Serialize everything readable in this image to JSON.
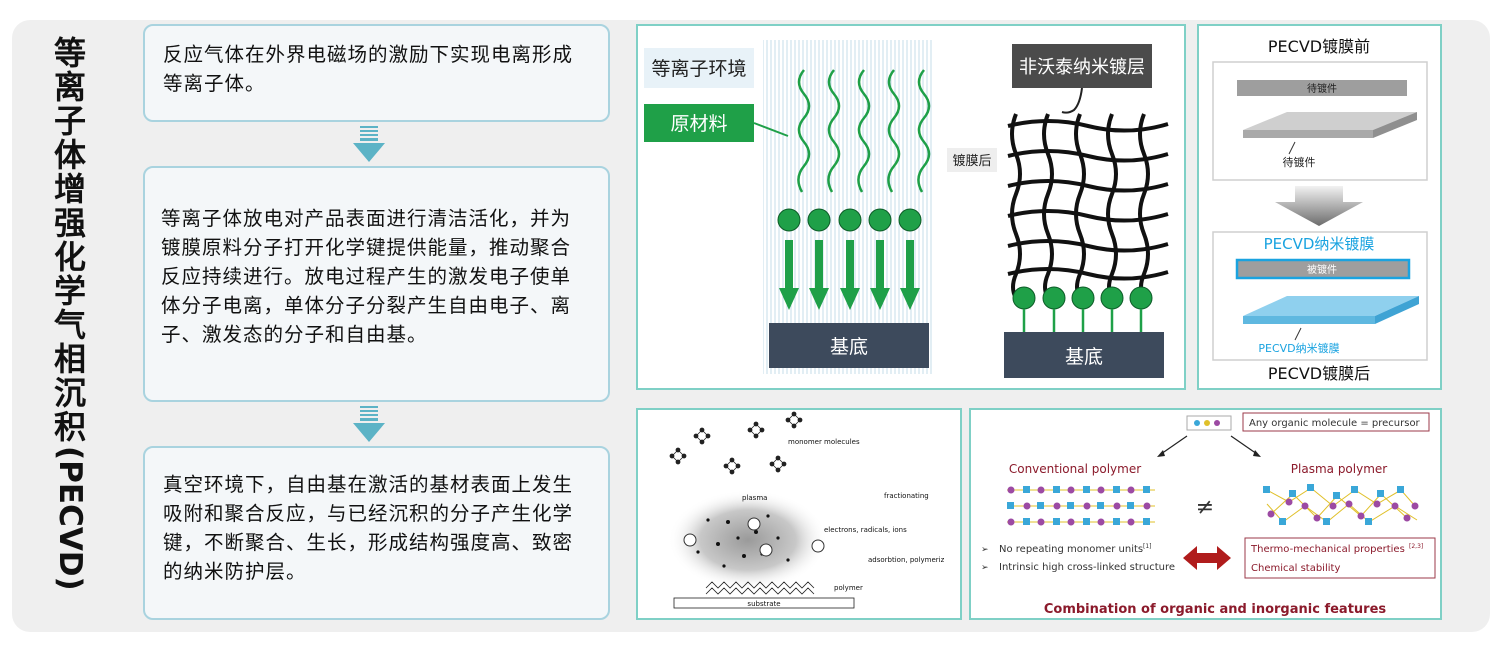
{
  "title": {
    "chars": [
      "等",
      "离",
      "子",
      "体",
      "增",
      "强",
      "化",
      "学",
      "气",
      "相",
      "沉",
      "积"
    ],
    "latin": "(PECVD)"
  },
  "steps": [
    {
      "text": "反应气体在外界电磁场的激励下实现电离形成等离子体。"
    },
    {
      "text": "等离子体放电对产品表面进行清洁活化，并为镀膜原料分子打开化学键提供能量，推动聚合反应持续进行。放电过程产生的激发电子使单体分子电离，单体分子分裂产生自由电子、离子、激发态的分子和自由基。"
    },
    {
      "text": "真空环境下，自由基在激活的基材表面上发生吸附和聚合反应，与已经沉积的分子产生化学键，不断聚合、生长，形成结构强度高、致密的纳米防护层。"
    }
  ],
  "colors": {
    "accent_teal": "#5cb3c6",
    "green": "#1fa048",
    "substrate": "#3d4a5c",
    "pecvd_blue": "#1aa3e0",
    "dark_red": "#8b1a2b"
  },
  "panel_plasma": {
    "env_label": "等离子环境",
    "raw_label": "原材料",
    "substrate_label_left": "基底",
    "after_label": "镀膜后",
    "coating_label": "非沃泰纳米镀层",
    "substrate_label_right": "基底"
  },
  "panel_before_after": {
    "before_title": "PECVD镀膜前",
    "part_label_top": "待镀件",
    "part_label_bottom": "待镀件",
    "coating_title": "PECVD纳米镀膜",
    "coated_label": "被镀件",
    "coating_label_bottom": "PECVD纳米镀膜",
    "after_title": "PECVD镀膜后"
  },
  "panel_process": {
    "monomer": "monomer molecules",
    "plasma": "plasma",
    "fractionating": "fractionating",
    "species": "electrons, radicals, ions",
    "adsorption": "adsorbtion, polymeriz",
    "polymer": "polymer",
    "substrate": "substrate"
  },
  "panel_compare": {
    "precursor": "Any organic molecule = precursor",
    "conventional": "Conventional polymer",
    "plasma_polymer": "Plasma polymer",
    "neq": "≠",
    "bullet1": "No repeating monomer units",
    "bullet1_ref": "[1]",
    "bullet2": "Intrinsic high cross-linked structure",
    "prop1": "Thermo-mechanical properties",
    "prop1_ref": "[2,3]",
    "prop2": "Chemical stability",
    "footer": "Combination of organic and inorganic features"
  }
}
